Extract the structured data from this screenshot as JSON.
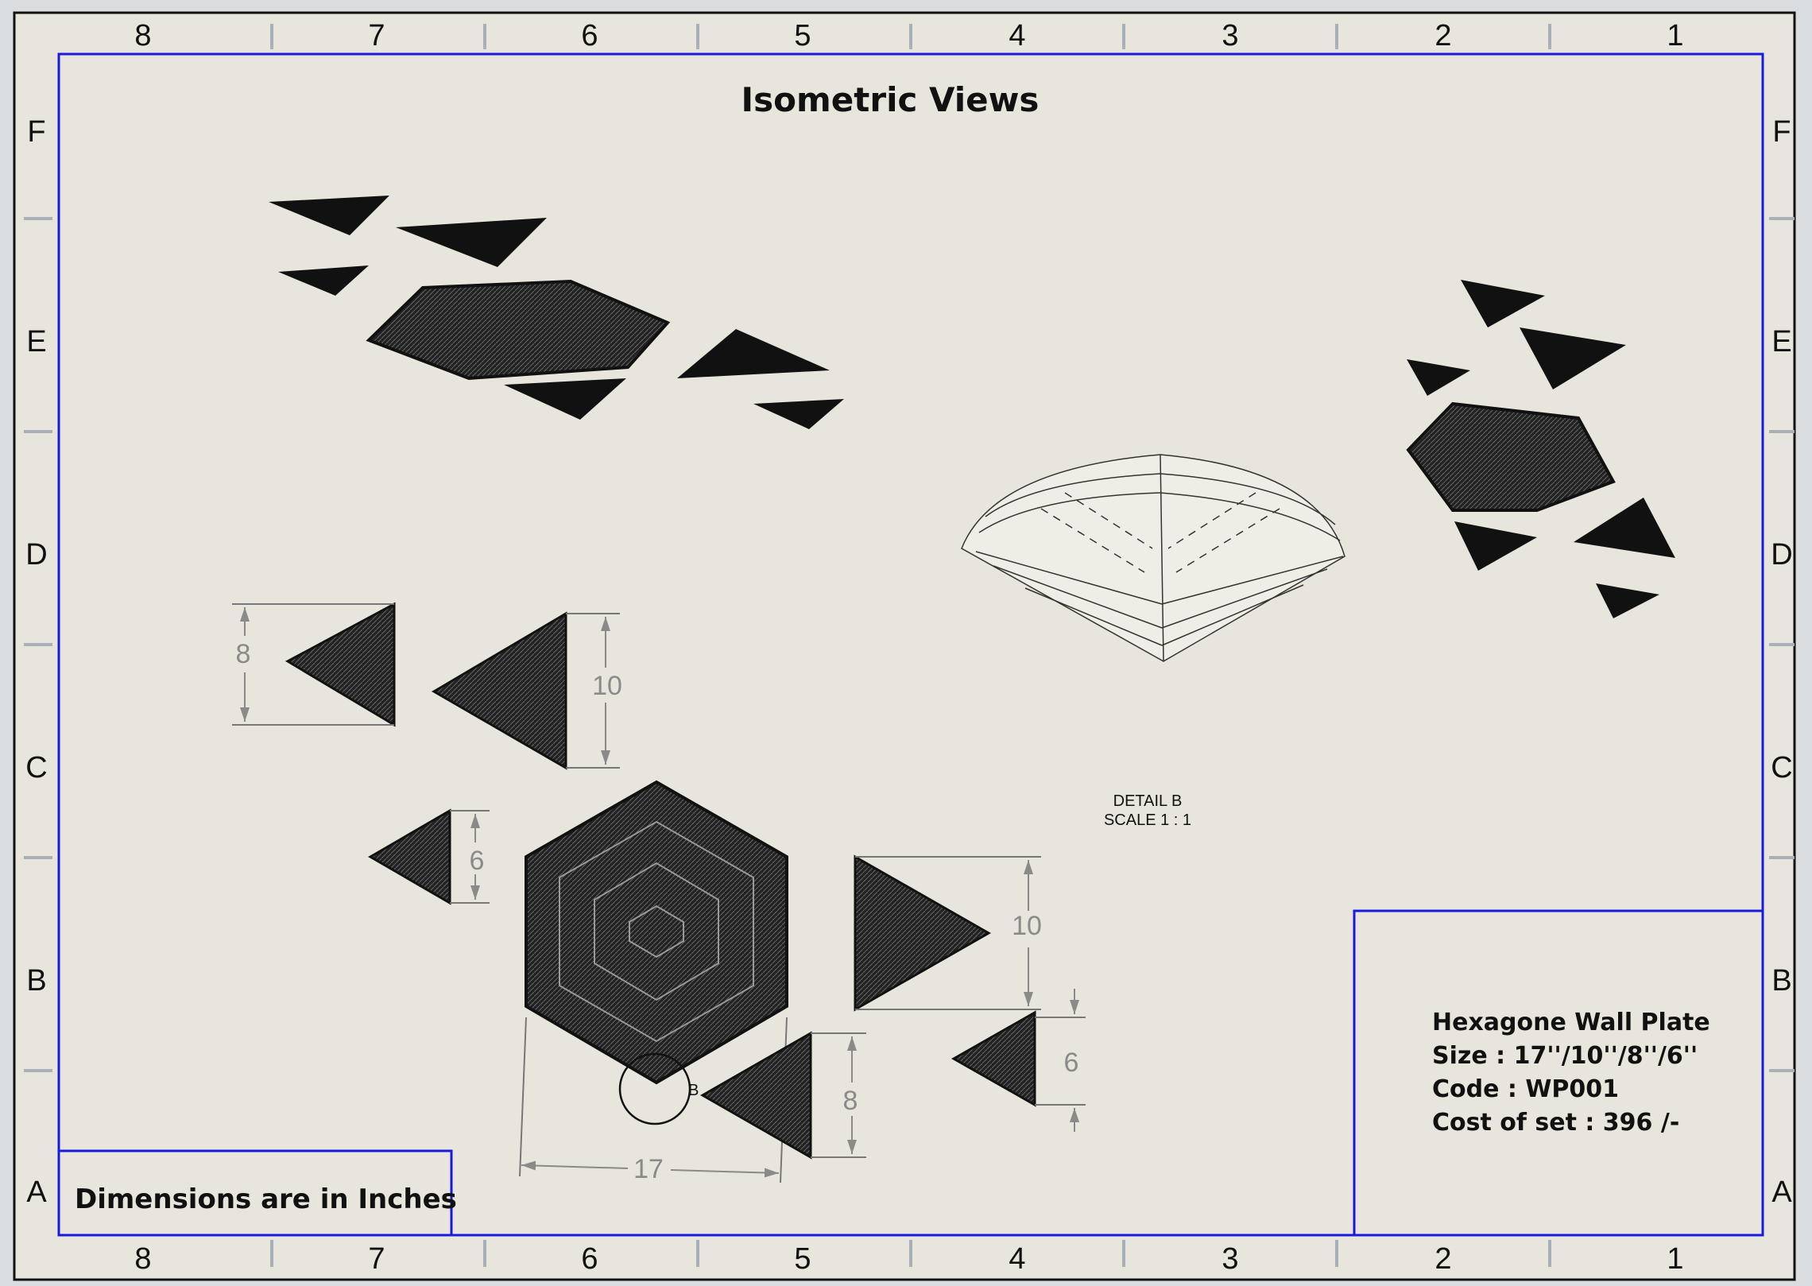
{
  "sheet_title": "Isometric Views",
  "zone_columns": [
    "8",
    "7",
    "6",
    "5",
    "4",
    "3",
    "2",
    "1"
  ],
  "zone_rows": [
    "F",
    "E",
    "D",
    "C",
    "B",
    "A"
  ],
  "detail": {
    "label": "DETAIL B",
    "scale": "SCALE 1 : 1",
    "callout": "B"
  },
  "dimensions": {
    "hexagon_width": "17",
    "triangle_large_top": "10",
    "triangle_medium_top": "8",
    "triangle_small_left": "6",
    "triangle_large_right": "10",
    "triangle_medium_bottom": "8",
    "triangle_small_right": "6"
  },
  "note": "Dimensions are in Inches",
  "title_block": {
    "product": "Hexagone Wall Plate",
    "size": "Size : 17''/10''/8''/6''",
    "code": "Code : WP001",
    "cost": "Cost of set : 396 /-"
  },
  "colors": {
    "paper": "#e8e6dc",
    "frame_blue": "#1a1adf",
    "ink": "#111111",
    "dim_gray": "#8a8a8a"
  }
}
